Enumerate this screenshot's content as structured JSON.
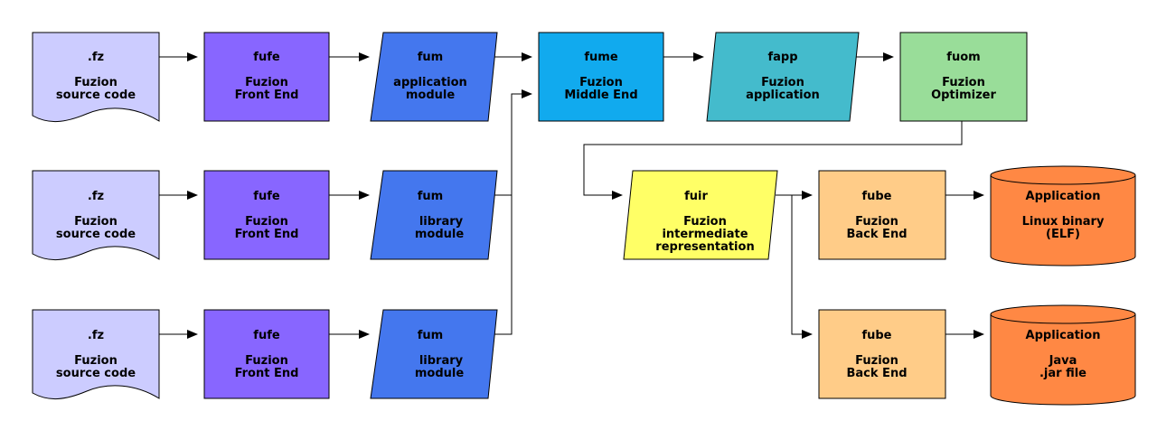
{
  "colors": {
    "source": "#ccccff",
    "frontend": "#8866ff",
    "module": "#4477ee",
    "middle": "#11aaee",
    "application": "#44bbcc",
    "optimizer": "#99dd99",
    "ir": "#ffff66",
    "backend": "#ffcc88",
    "output": "#ff8844",
    "stroke": "#000000",
    "connector": "#000000"
  },
  "nodes": {
    "src1": {
      "title": ".fz",
      "line1": "Fuzion",
      "line2": "source code"
    },
    "src2": {
      "title": ".fz",
      "line1": "Fuzion",
      "line2": "source code"
    },
    "src3": {
      "title": ".fz",
      "line1": "Fuzion",
      "line2": "source code"
    },
    "fufe1": {
      "title": "fufe",
      "line1": "Fuzion",
      "line2": "Front End"
    },
    "fufe2": {
      "title": "fufe",
      "line1": "Fuzion",
      "line2": "Front End"
    },
    "fufe3": {
      "title": "fufe",
      "line1": "Fuzion",
      "line2": "Front End"
    },
    "fum1": {
      "title": "fum",
      "line1": "application",
      "line2": "module"
    },
    "fum2": {
      "title": "fum",
      "line1": "library",
      "line2": "module"
    },
    "fum3": {
      "title": "fum",
      "line1": "library",
      "line2": "module"
    },
    "fume": {
      "title": "fume",
      "line1": "Fuzion",
      "line2": "Middle End"
    },
    "fapp": {
      "title": "fapp",
      "line1": "Fuzion",
      "line2": "application"
    },
    "fuom": {
      "title": "fuom",
      "line1": "Fuzion",
      "line2": "Optimizer"
    },
    "fuir": {
      "title": "fuir",
      "line1": "Fuzion",
      "line2": "intermediate",
      "line3": "representation"
    },
    "fube1": {
      "title": "fube",
      "line1": "Fuzion",
      "line2": "Back End"
    },
    "fube2": {
      "title": "fube",
      "line1": "Fuzion",
      "line2": "Back End"
    },
    "app1": {
      "title": "Application",
      "line1": "Linux binary",
      "line2": "(ELF)"
    },
    "app2": {
      "title": "Application",
      "line1": "Java",
      "line2": ".jar file"
    }
  }
}
